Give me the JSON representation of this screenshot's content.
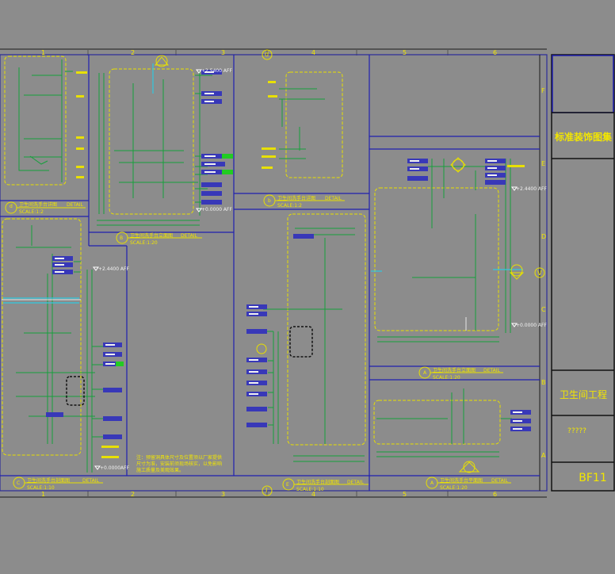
{
  "sheet": {
    "grid_top": [
      "1",
      "2",
      "3",
      "d",
      "4",
      "5",
      "6"
    ],
    "grid_bottom": [
      "1",
      "2",
      "3",
      "I",
      "4",
      "5",
      "6"
    ],
    "grid_right": [
      "F",
      "E",
      "D",
      "V",
      "C",
      "B",
      "A"
    ]
  },
  "title_block": {
    "category": "标准装饰图集",
    "project": "卫生间工程",
    "drawing_name": "?????",
    "sheet_number": "BF11"
  },
  "views": [
    {
      "marker": "d",
      "title": "卫生间洗手台详图",
      "suffix": "DETAIL",
      "scale": "SCALE:1:2"
    },
    {
      "marker": "B",
      "title": "卫生间洗手台立面图",
      "suffix": "DETAIL",
      "scale": "SCALE:1:20"
    },
    {
      "marker": "b",
      "title": "卫生间洗手台详图",
      "suffix": "DETAIL",
      "scale": "SCALE:1:2"
    },
    {
      "marker": "A",
      "title": "卫生间洗手台立面图",
      "suffix": "DETAIL",
      "scale": "SCALE:1:20"
    },
    {
      "marker": "C",
      "title": "卫生间洗手台剖面图",
      "suffix": "DETAIL",
      "scale": "SCALE:1:10"
    },
    {
      "marker": "E",
      "title": "卫生间洗手台剖面图",
      "suffix": "DETAIL",
      "scale": "SCALE:1:10"
    },
    {
      "marker": "A",
      "title": "卫生间洗手台平面图",
      "suffix": "DETAIL",
      "scale": "SCALE:1:20"
    }
  ],
  "levels": {
    "top_b": "+2.5400 AFF",
    "bottom_b": "+0.0000 AFF",
    "top_a": "+2.4400 AFF",
    "bottom_a": "+0.0000 AFF",
    "top_c": "+2.4400 AFF",
    "bottom_c": "+0.0000AFF"
  },
  "general_note": "注：预留洞具体尺寸及位置须以厂家提供\n尺寸为准，安装前须现场核实，以免影响\n施工质量及美观效果。"
}
